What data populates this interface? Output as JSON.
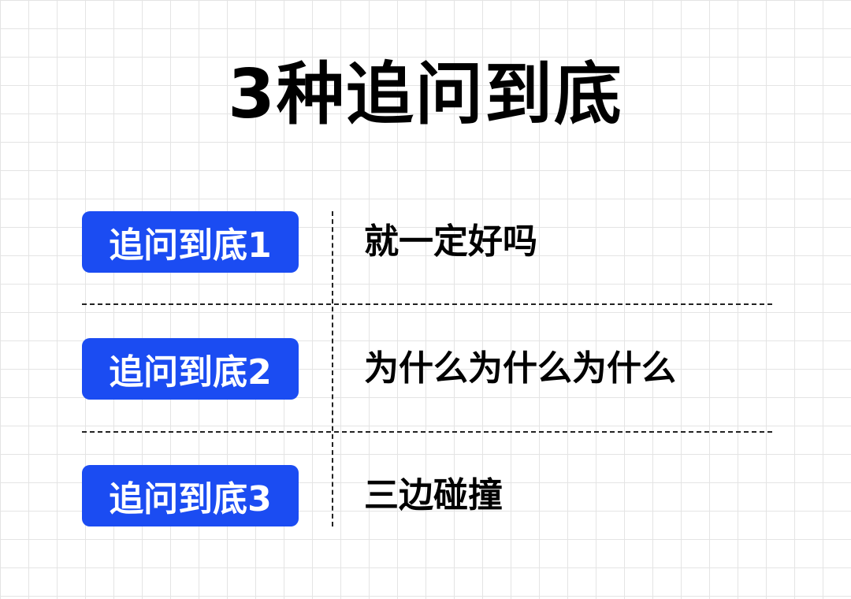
{
  "title": "3种追问到底",
  "accent_color": "#1b4cf2",
  "rows": [
    {
      "badge": "追问到底1",
      "text": "就一定好吗"
    },
    {
      "badge": "追问到底2",
      "text": "为什么为什么为什么"
    },
    {
      "badge": "追问到底3",
      "text": "三边碰撞"
    }
  ]
}
